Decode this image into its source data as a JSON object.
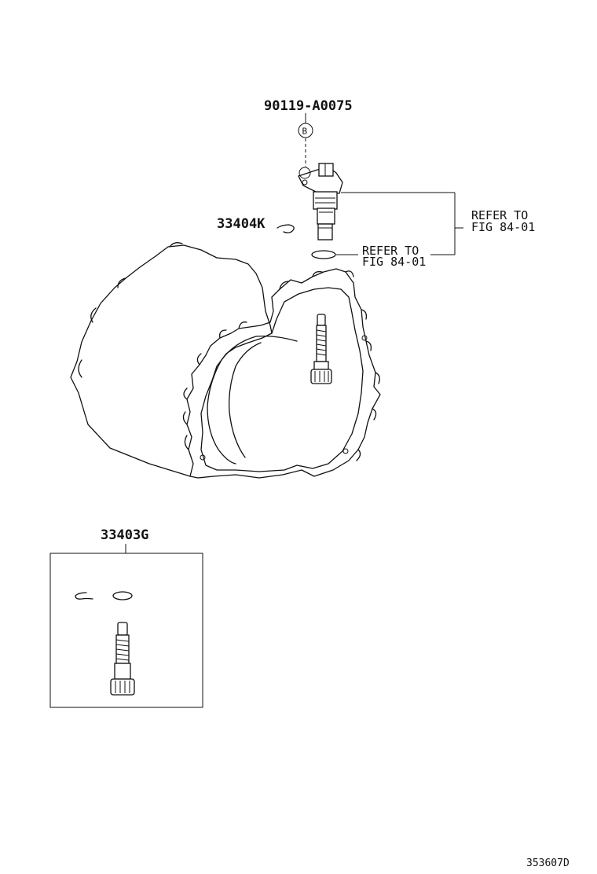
{
  "parts": {
    "bolt": {
      "part_number": "90119-A0075",
      "callout": "B"
    },
    "clip": {
      "part_number": "33404K"
    },
    "gear_kit": {
      "part_number": "33403G"
    }
  },
  "references": {
    "sensor": {
      "line1": "REFER TO",
      "line2": "FIG 84-01"
    },
    "oring": {
      "line1": "REFER TO",
      "line2": "FIG 84-01"
    }
  },
  "drawing_id": "353607D",
  "colors": {
    "ink": "#111111",
    "paper": "#ffffff"
  }
}
